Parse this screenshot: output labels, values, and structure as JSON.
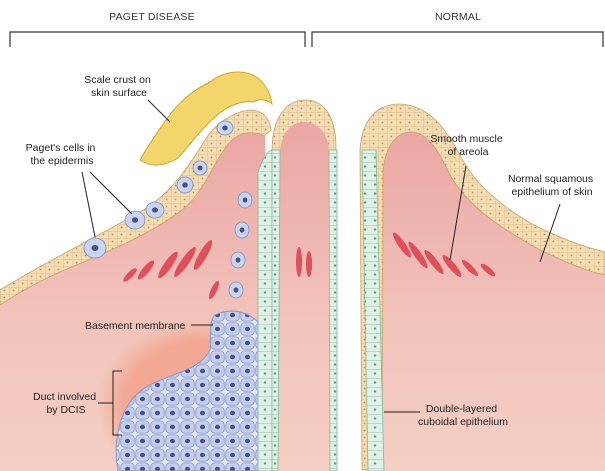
{
  "headers": {
    "left": "PAGET DISEASE",
    "right": "NORMAL"
  },
  "labels": {
    "scale_crust": [
      "Scale crust on",
      "skin surface"
    ],
    "pagets_cells": [
      "Paget's cells in",
      "the epidermis"
    ],
    "smooth_muscle": [
      "Smooth muscle",
      "of areola"
    ],
    "normal_squamous": [
      "Normal squamous",
      "epithelium of skin"
    ],
    "basement_membrane": [
      "Basement membrane"
    ],
    "duct_dcis": [
      "Duct involved",
      "by DCIS"
    ],
    "double_layered": [
      "Double-layered",
      "cuboidal epithelium"
    ]
  },
  "colors": {
    "background": "#ffffff",
    "dermis": "#f3c9bf",
    "dermis_dark": "#e9a7a0",
    "epidermis": "#f4dcb3",
    "epidermis_cell_border": "#d8b07a",
    "crust": "#f3d56b",
    "crust_outline": "#c9a53a",
    "muscle": "#e0505a",
    "duct_epithelium": "#dff0e6",
    "duct_cell_border": "#7fb79a",
    "paget_cell": "#c9d4ee",
    "paget_nucleus": "#4a4f86",
    "dcis_cell": "#c4cde9"
  }
}
